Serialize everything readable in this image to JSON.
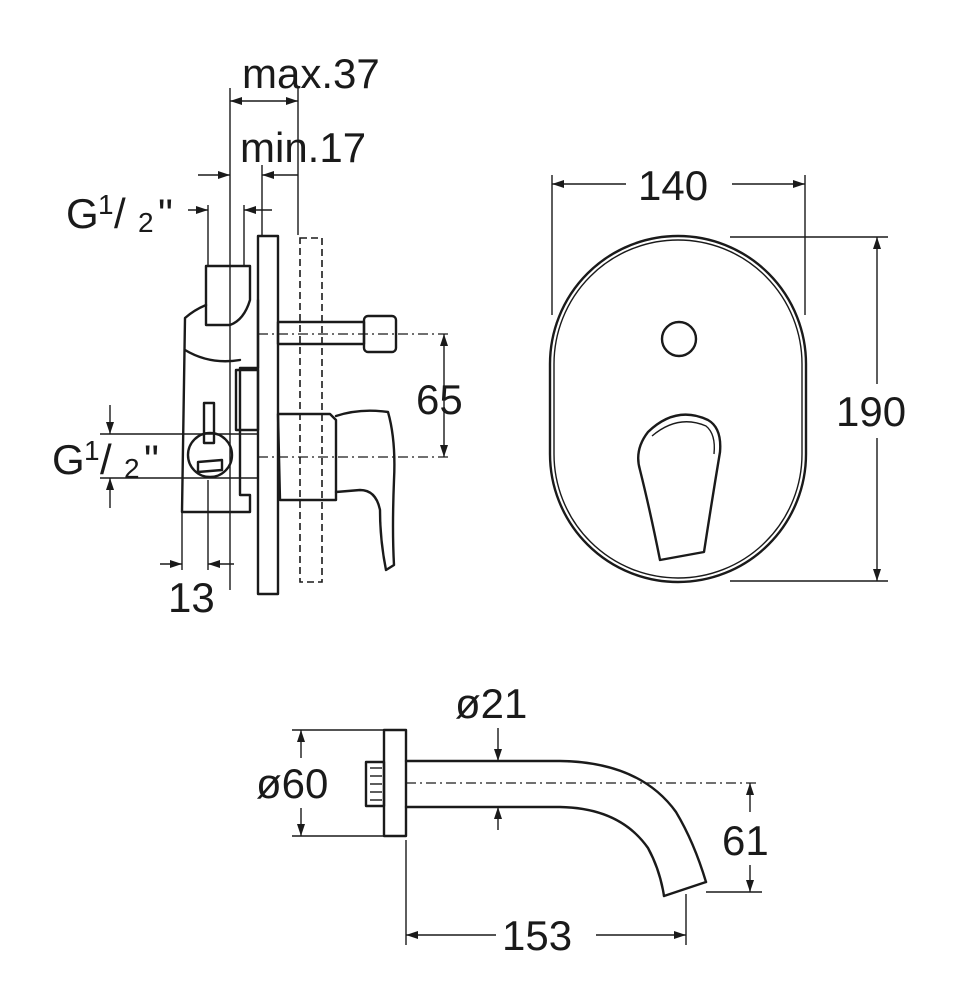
{
  "dimensions": {
    "max_depth": "max.37",
    "min_depth": "min.17",
    "thread_top": {
      "main": "G",
      "sup": "1",
      "slash": "/",
      "sub": "2",
      "mark": "\""
    },
    "thread_side": {
      "main": "G",
      "sup": "1",
      "slash": "/",
      "sub": "2",
      "mark": "\""
    },
    "offset_13": "13",
    "height_65": "65",
    "plate_width": "140",
    "plate_height": "190",
    "pipe_diameter": "ø21",
    "flange_diameter": "ø60",
    "spout_drop": "61",
    "spout_length": "153"
  }
}
